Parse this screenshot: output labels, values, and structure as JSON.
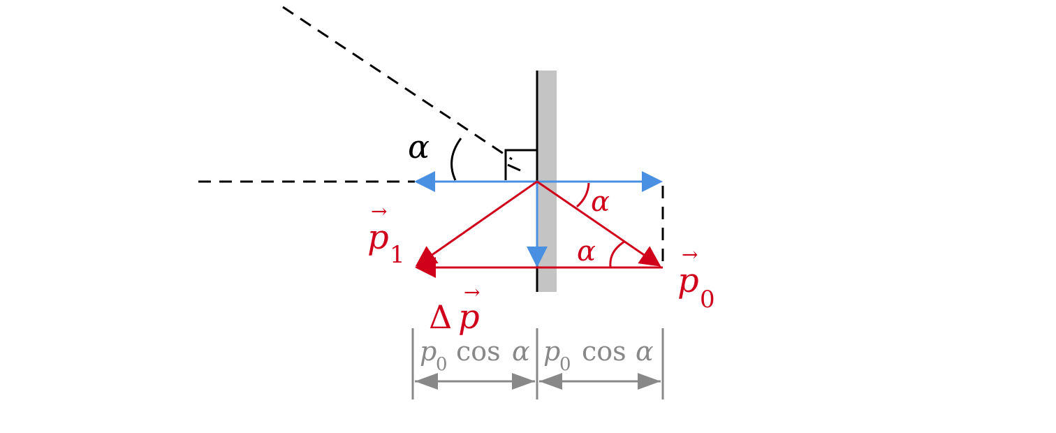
{
  "colors": {
    "background": "#ffffff",
    "wall": "#c4c4c4",
    "wall_edge": "#000000",
    "dashed": "#000000",
    "red_vector": "#d0021b",
    "blue_vector": "#4a90e2",
    "dimension": "#888888"
  },
  "labels": {
    "alpha_black": "α",
    "alpha_red_upper": "α",
    "alpha_red_lower": "α",
    "p1_letter": "p",
    "p1_subscript": "1",
    "p0_letter": "p",
    "p0_subscript": "0",
    "dp_delta": "Δ",
    "dp_letter": "p",
    "vector_arrow": "→"
  },
  "dimensions": {
    "left": {
      "letter": "p",
      "subscript": "0",
      "func": "cos",
      "angle": "α"
    },
    "right": {
      "letter": "p",
      "subscript": "0",
      "func": "cos",
      "angle": "α"
    }
  }
}
